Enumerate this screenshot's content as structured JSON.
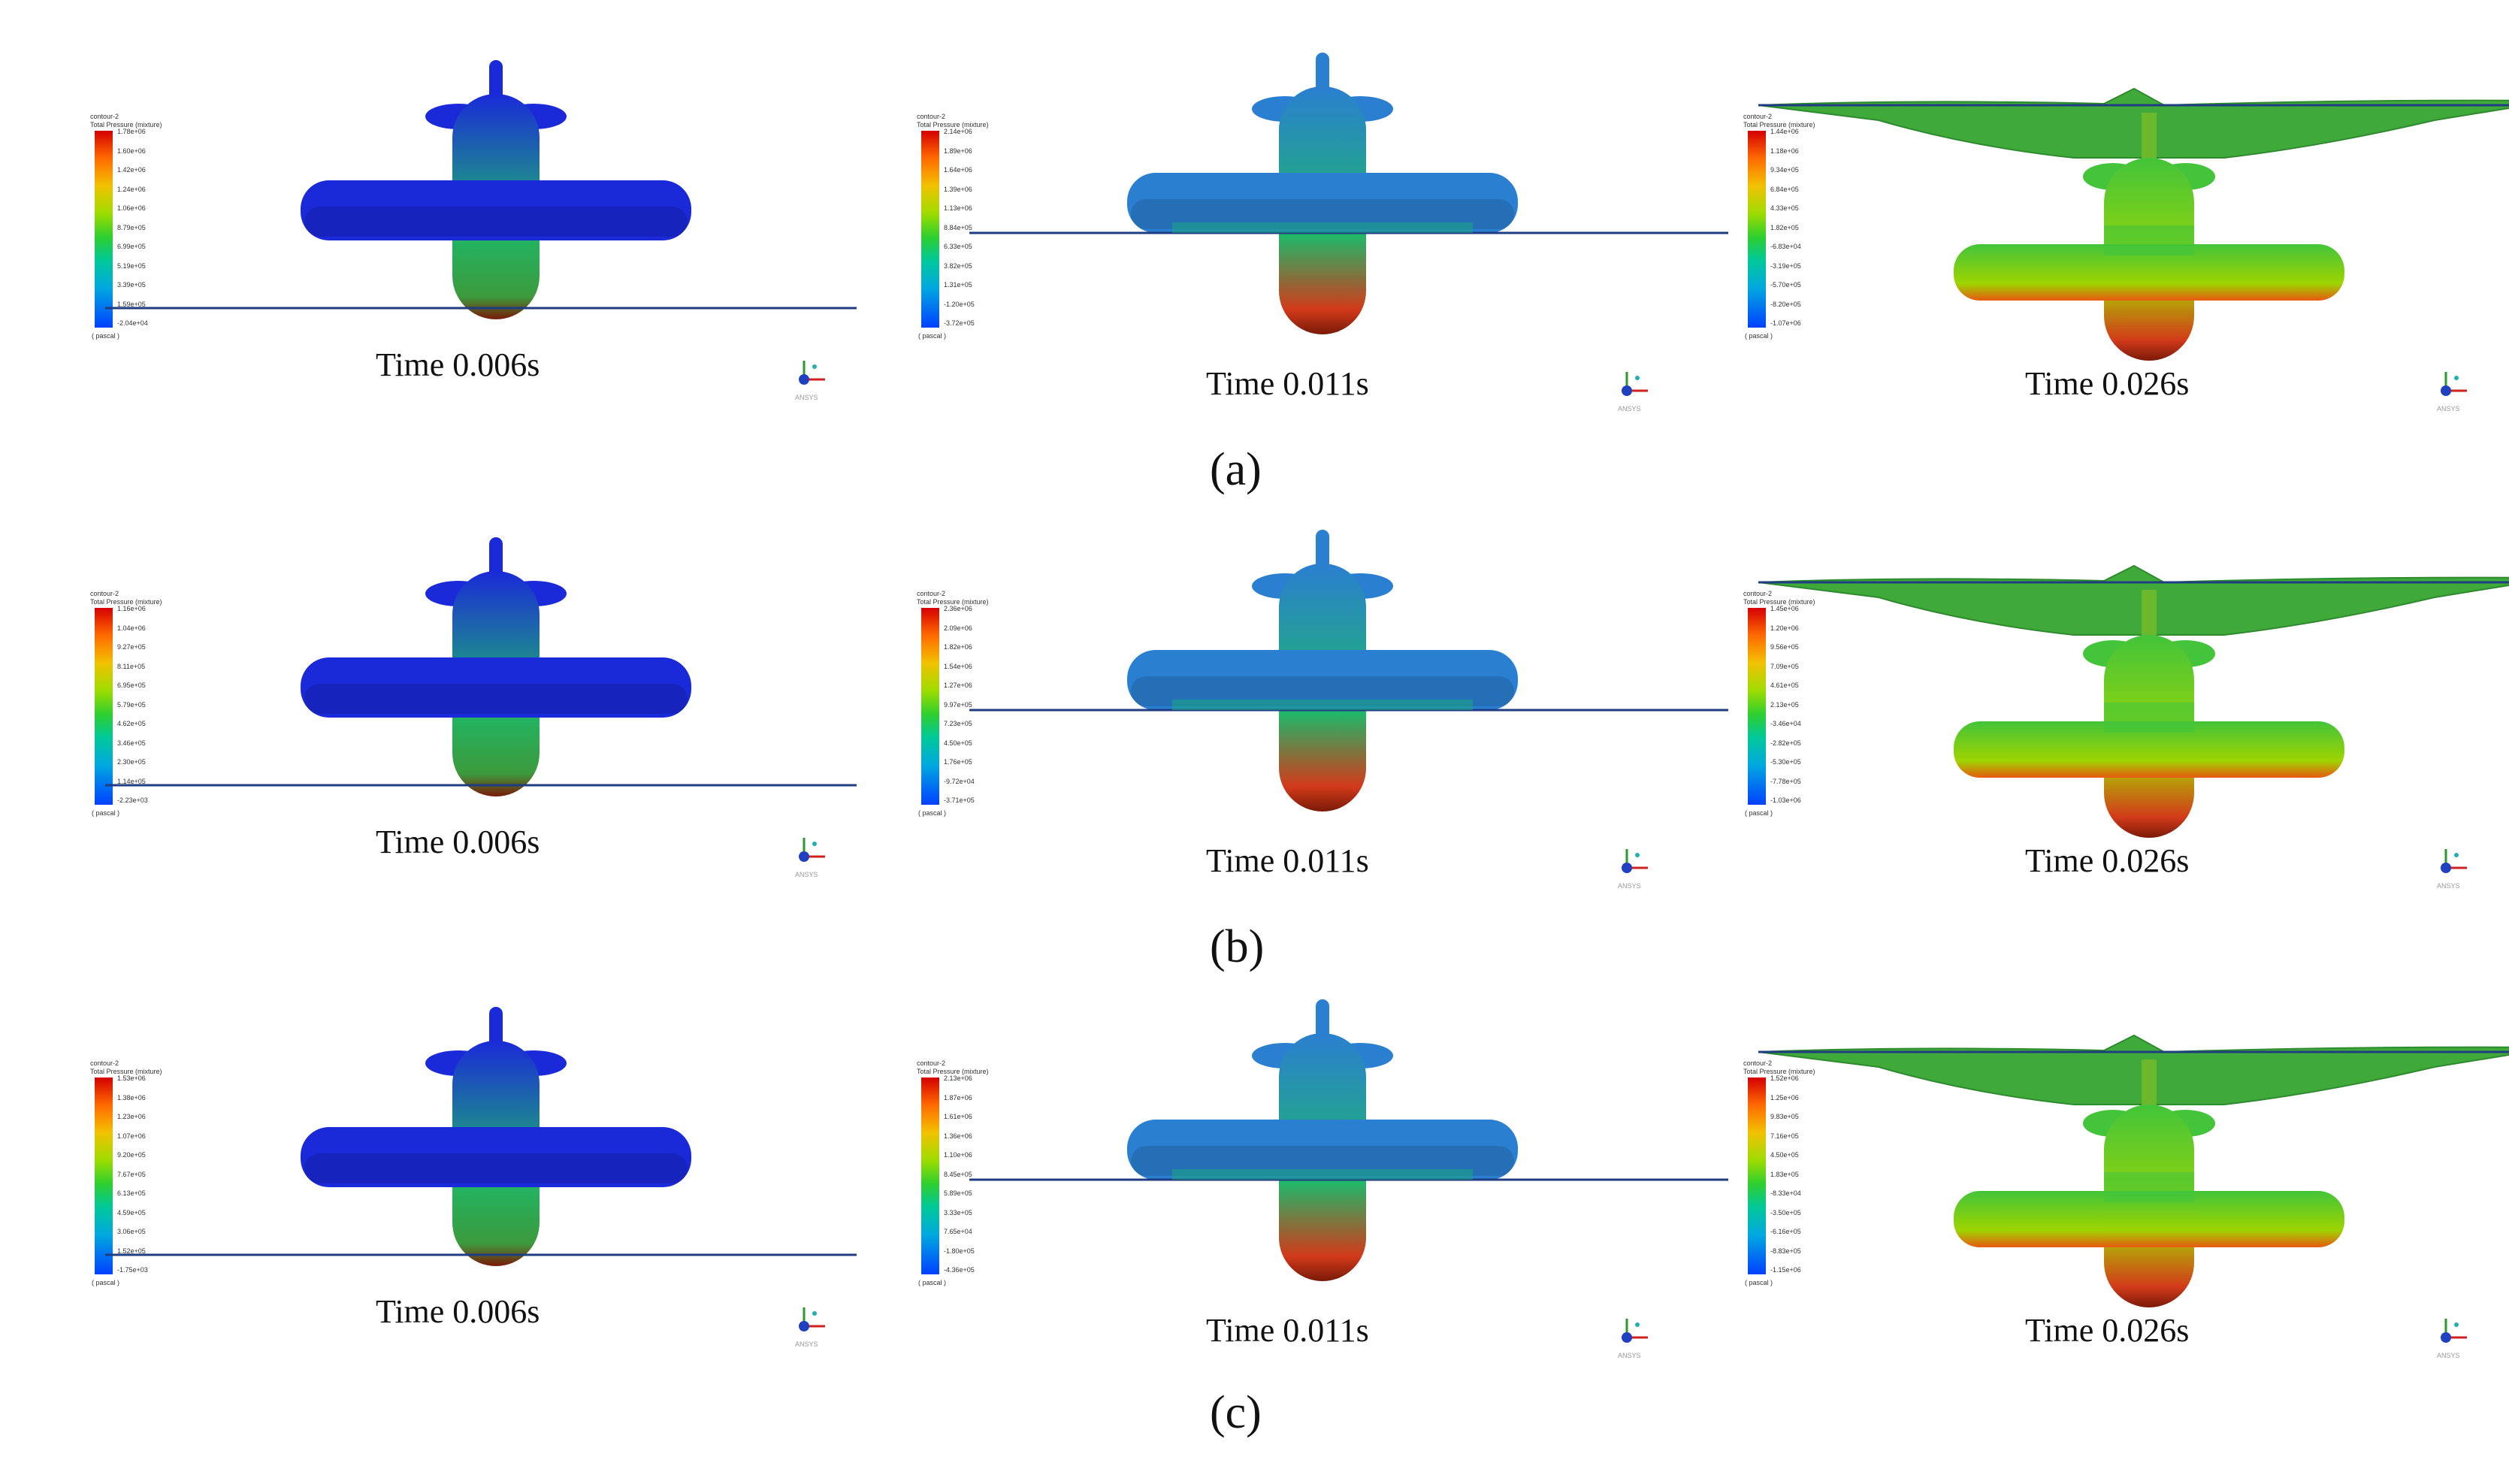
{
  "legend_title": [
    "contour-2",
    "Total Pressure (mixture)"
  ],
  "legend_unit": "( pascal )",
  "rows": [
    {
      "label": "(a)",
      "panels": [
        {
          "time": "Time 0.006s",
          "ticks": [
            "1.78e+06",
            "1.60e+06",
            "1.42e+06",
            "1.24e+06",
            "1.06e+06",
            "8.79e+05",
            "6.99e+05",
            "5.19e+05",
            "3.39e+05",
            "1.59e+05",
            "-2.04e+04"
          ]
        },
        {
          "time": "Time 0.011s",
          "ticks": [
            "2.14e+06",
            "1.89e+06",
            "1.64e+06",
            "1.39e+06",
            "1.13e+06",
            "8.84e+05",
            "6.33e+05",
            "3.82e+05",
            "1.31e+05",
            "-1.20e+05",
            "-3.72e+05"
          ]
        },
        {
          "time": "Time 0.026s",
          "ticks": [
            "1.44e+06",
            "1.18e+06",
            "9.34e+05",
            "6.84e+05",
            "4.33e+05",
            "1.82e+05",
            "-6.83e+04",
            "-3.19e+05",
            "-5.70e+05",
            "-8.20e+05",
            "-1.07e+06"
          ]
        }
      ]
    },
    {
      "label": "(b)",
      "panels": [
        {
          "time": "Time 0.006s",
          "ticks": [
            "1.16e+06",
            "1.04e+06",
            "9.27e+05",
            "8.11e+05",
            "6.95e+05",
            "5.79e+05",
            "4.62e+05",
            "3.46e+05",
            "2.30e+05",
            "1.14e+05",
            "-2.23e+03"
          ]
        },
        {
          "time": "Time 0.011s",
          "ticks": [
            "2.36e+06",
            "2.09e+06",
            "1.82e+06",
            "1.54e+06",
            "1.27e+06",
            "9.97e+05",
            "7.23e+05",
            "4.50e+05",
            "1.76e+05",
            "-9.72e+04",
            "-3.71e+05"
          ]
        },
        {
          "time": "Time 0.026s",
          "ticks": [
            "1.45e+06",
            "1.20e+06",
            "9.56e+05",
            "7.09e+05",
            "4.61e+05",
            "2.13e+05",
            "-3.46e+04",
            "-2.82e+05",
            "-5.30e+05",
            "-7.78e+05",
            "-1.03e+06"
          ]
        }
      ]
    },
    {
      "label": "(c)",
      "panels": [
        {
          "time": "Time 0.006s",
          "ticks": [
            "1.53e+06",
            "1.38e+06",
            "1.23e+06",
            "1.07e+06",
            "9.20e+05",
            "7.67e+05",
            "6.13e+05",
            "4.59e+05",
            "3.06e+05",
            "1.52e+05",
            "-1.75e+03"
          ]
        },
        {
          "time": "Time 0.011s",
          "ticks": [
            "2.13e+06",
            "1.87e+06",
            "1.61e+06",
            "1.36e+06",
            "1.10e+06",
            "8.45e+05",
            "5.89e+05",
            "3.33e+05",
            "7.65e+04",
            "-1.80e+05",
            "-4.36e+05"
          ]
        },
        {
          "time": "Time 0.026s",
          "ticks": [
            "1.52e+06",
            "1.25e+06",
            "9.83e+05",
            "7.16e+05",
            "4.50e+05",
            "1.83e+05",
            "-8.33e+04",
            "-3.50e+05",
            "-6.16e+05",
            "-8.83e+05",
            "-1.15e+06"
          ]
        }
      ]
    }
  ],
  "colors": {
    "stage1_body": "#1a2ad8",
    "stage2_body": "#2a7fd0",
    "stage3_body": "#43c43a",
    "water_line": "#1f3d80",
    "splash": "#3faa3a",
    "nose_hot": "#d23a1a"
  }
}
